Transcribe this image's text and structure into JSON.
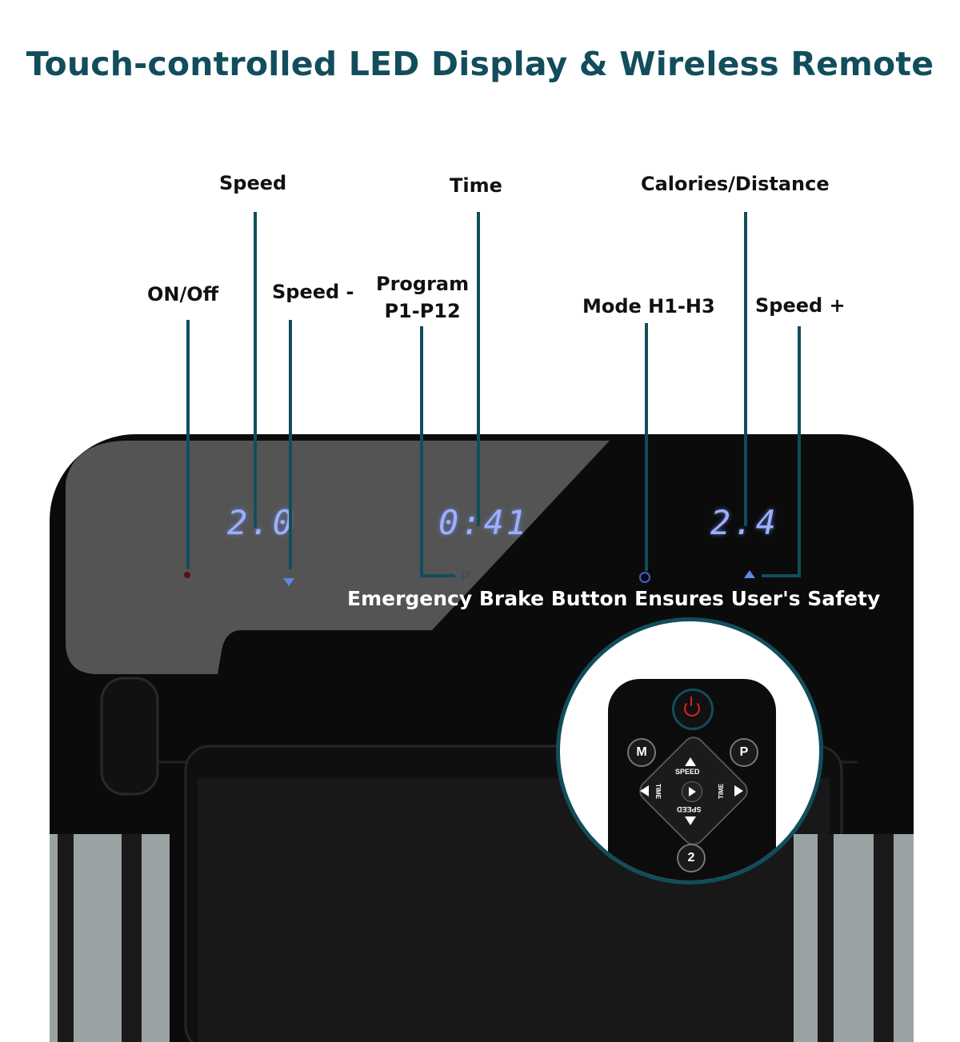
{
  "title": "Touch-controlled LED Display & Wireless Remote",
  "labels": {
    "speed": "Speed",
    "time": "Time",
    "calories_distance": "Calories/Distance",
    "on_off": "ON/Off",
    "speed_minus": "Speed -",
    "program_line1": "Program",
    "program_line2": "P1-P12",
    "mode": "Mode H1-H3",
    "speed_plus": "Speed +"
  },
  "display": {
    "speed_value": "2.0",
    "time_value": "0:41",
    "distance_value": "2.4",
    "program_key": "P"
  },
  "caption": "Emergency Brake Button Ensures User's Safety",
  "remote": {
    "mode_key": "M",
    "program_key": "P",
    "speed_up_label": "SPEED",
    "speed_down_label": "SPEED",
    "time_left_label": "TIME",
    "time_right_label": "TIME",
    "number_key": "2"
  },
  "colors": {
    "accent": "#124d5c",
    "led_blue": "#8fa8ff",
    "power_red": "#e02020"
  }
}
